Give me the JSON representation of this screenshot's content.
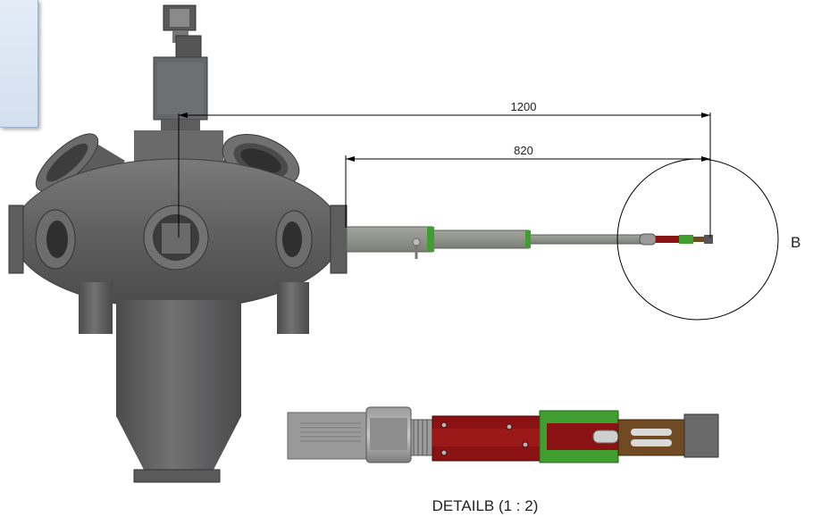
{
  "dimensions": {
    "long": "1200",
    "short": "820"
  },
  "detail": {
    "circle_label": "B",
    "caption": "DETAILB (1 : 2)"
  },
  "colors": {
    "chamber": "#5f5f60",
    "chamber_dark": "#474748",
    "chamber_light": "#7b7b7c",
    "arm": "#8d8f8a",
    "holder_red": "#8a1212",
    "clamp_green": "#3f9e2f",
    "tip_brown": "#6f4a22",
    "panel": "#dbe5f1",
    "dimension_line": "#000000"
  }
}
